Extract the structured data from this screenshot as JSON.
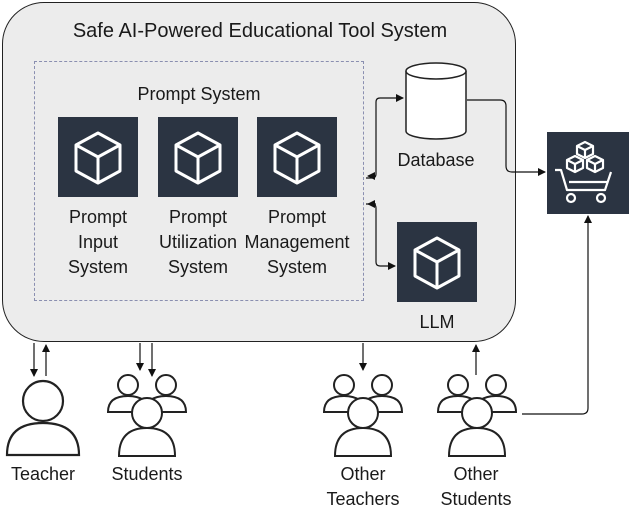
{
  "diagram": {
    "title": "Safe AI-Powered Educational Tool System",
    "prompt_system": {
      "title": "Prompt System",
      "components": [
        {
          "line1": "Prompt",
          "line2": "Input",
          "line3": "System"
        },
        {
          "line1": "Prompt",
          "line2": "Utilization",
          "line3": "System"
        },
        {
          "line1": "Prompt",
          "line2": "Management",
          "line3": "System"
        }
      ]
    },
    "database_label": "Database",
    "llm_label": "LLM",
    "users": {
      "teacher": "Teacher",
      "students": "Students",
      "other_teachers_line1": "Other",
      "other_teachers_line2": "Teachers",
      "other_students_line1": "Other",
      "other_students_line2": "Students"
    },
    "colors": {
      "tile": "#2b3442",
      "system_fill": "#ececec",
      "dashed_border": "#8a8fb0"
    },
    "icons": [
      "cube-icon",
      "database-cylinder-icon",
      "cart-blocks-icon",
      "person-icon",
      "group-icon"
    ]
  }
}
